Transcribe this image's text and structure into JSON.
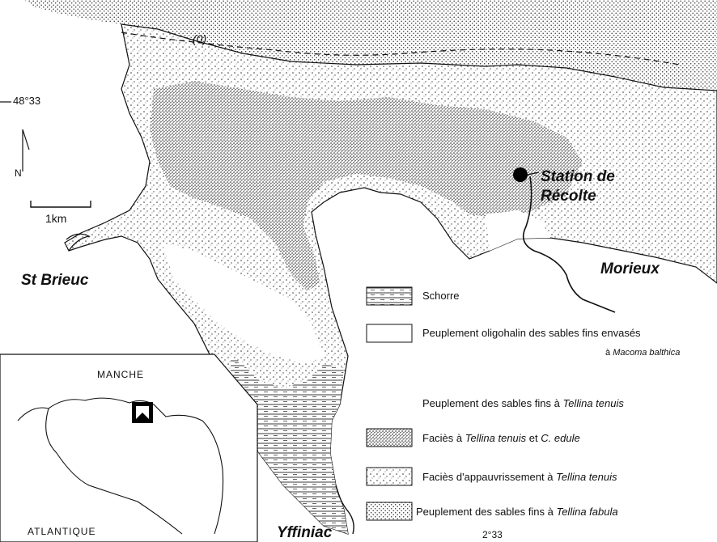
{
  "places": {
    "station_line1": "Station de",
    "station_line2": "Récolte",
    "morieux": "Morieux",
    "st": "St",
    "brieuc": "Brieuc",
    "yffiniac": "Yffiniac"
  },
  "coordinates": {
    "latitude": "48°33",
    "longitude": "2°33"
  },
  "isobath_label": "(0)",
  "scale_label": "1km",
  "north_label": "N",
  "inset": {
    "manche": "MANCHE",
    "atlantique": "ATLANTIQUE"
  },
  "legend": {
    "schorre": "Schorre",
    "oligohalin_line1": "Peuplement  oligohalin des sables fins envasés",
    "oligohalin_line2_prefix": "à",
    "oligohalin_line2_species": "Macoma balthica",
    "tellina_tenuis_header_prefix": "Peuplement des sables fins à",
    "tellina_tenuis_header_species": "Tellina tenuis",
    "facies1_prefix": "Faciès à",
    "facies1_species1": "Tellina tenuis",
    "facies1_mid": "et",
    "facies1_species2": "C. edule",
    "facies2_prefix": "Faciès d'appauvrissement à",
    "facies2_species": "Tellina tenuis",
    "fabula_prefix": "Peuplement des sables fins à",
    "fabula_species": "Tellina fabula"
  }
}
